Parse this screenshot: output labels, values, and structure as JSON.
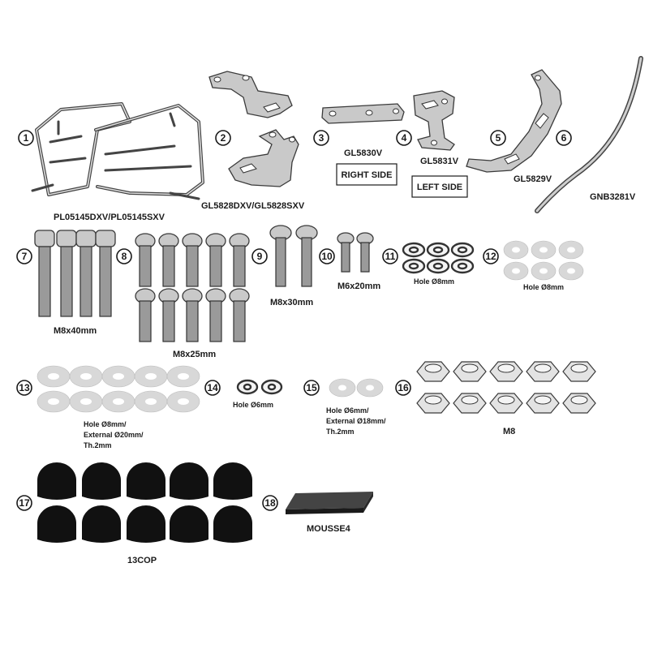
{
  "parts": [
    {
      "number": "1",
      "label": "PL05145DXV/PL05145SXV"
    },
    {
      "number": "2",
      "label": "GL5828DXV/GL5828SXV"
    },
    {
      "number": "3",
      "label": "GL5830V",
      "box": "RIGHT SIDE"
    },
    {
      "number": "4",
      "label": "GL5831V",
      "box": "LEFT SIDE"
    },
    {
      "number": "5",
      "label": "GL5829V"
    },
    {
      "number": "6",
      "label": "GNB3281V"
    },
    {
      "number": "7",
      "label": "M8x40mm"
    },
    {
      "number": "8",
      "label": "M8x25mm"
    },
    {
      "number": "9",
      "label": "M8x30mm"
    },
    {
      "number": "10",
      "label": "M6x20mm"
    },
    {
      "number": "11",
      "label": "Hole Ø8mm"
    },
    {
      "number": "12",
      "label": "Hole Ø8mm"
    },
    {
      "number": "13",
      "label_lines": [
        "Hole Ø8mm/",
        "External Ø20mm/",
        "Th.2mm"
      ]
    },
    {
      "number": "14",
      "label": "Hole Ø6mm"
    },
    {
      "number": "15",
      "label_lines": [
        "Hole Ø6mm/",
        "External Ø18mm/",
        "Th.2mm"
      ]
    },
    {
      "number": "16",
      "label": "M8"
    },
    {
      "number": "17",
      "label": "13COP"
    },
    {
      "number": "18",
      "label": "MOUSSE4"
    }
  ]
}
